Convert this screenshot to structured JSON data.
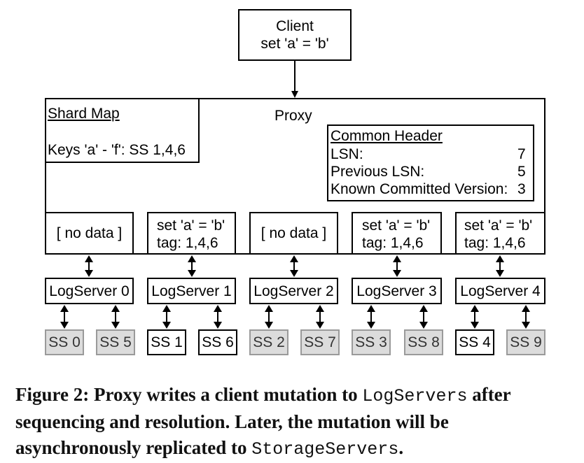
{
  "client": {
    "title": "Client",
    "op": "set 'a' = 'b'"
  },
  "proxy": {
    "label": "Proxy"
  },
  "shard_map": {
    "title": "Shard Map",
    "keys": "Keys 'a' - 'f': SS 1,4,6"
  },
  "common_header": {
    "title": "Common Header",
    "rows": [
      {
        "label": "LSN:",
        "value": "7"
      },
      {
        "label": "Previous LSN:",
        "value": "5"
      },
      {
        "label": "Known Committed Version:",
        "value": "3"
      }
    ]
  },
  "buffers": [
    {
      "line1": "[ no data ]",
      "line2": ""
    },
    {
      "line1": "set 'a' = 'b'",
      "line2": "tag: 1,4,6"
    },
    {
      "line1": "[ no data ]",
      "line2": ""
    },
    {
      "line1": "set 'a' = 'b'",
      "line2": "tag: 1,4,6"
    },
    {
      "line1": "set 'a' = 'b'",
      "line2": "tag: 1,4,6"
    }
  ],
  "logservers": [
    "LogServer 0",
    "LogServer 1",
    "LogServer 2",
    "LogServer 3",
    "LogServer 4"
  ],
  "storage": [
    {
      "label": "SS 0",
      "highlight": false
    },
    {
      "label": "SS 5",
      "highlight": false
    },
    {
      "label": "SS 1",
      "highlight": true
    },
    {
      "label": "SS 6",
      "highlight": true
    },
    {
      "label": "SS 2",
      "highlight": false
    },
    {
      "label": "SS 7",
      "highlight": false
    },
    {
      "label": "SS 3",
      "highlight": false
    },
    {
      "label": "SS 8",
      "highlight": false
    },
    {
      "label": "SS 4",
      "highlight": true
    },
    {
      "label": "SS 9",
      "highlight": false
    }
  ],
  "caption": {
    "part1": "Figure 2: Proxy writes a client mutation to ",
    "code1": "LogServers",
    "part2": " after sequencing and resolution. Later, the mutation will be asynchronously replicated to ",
    "code2": "StorageServers",
    "part3": "."
  }
}
